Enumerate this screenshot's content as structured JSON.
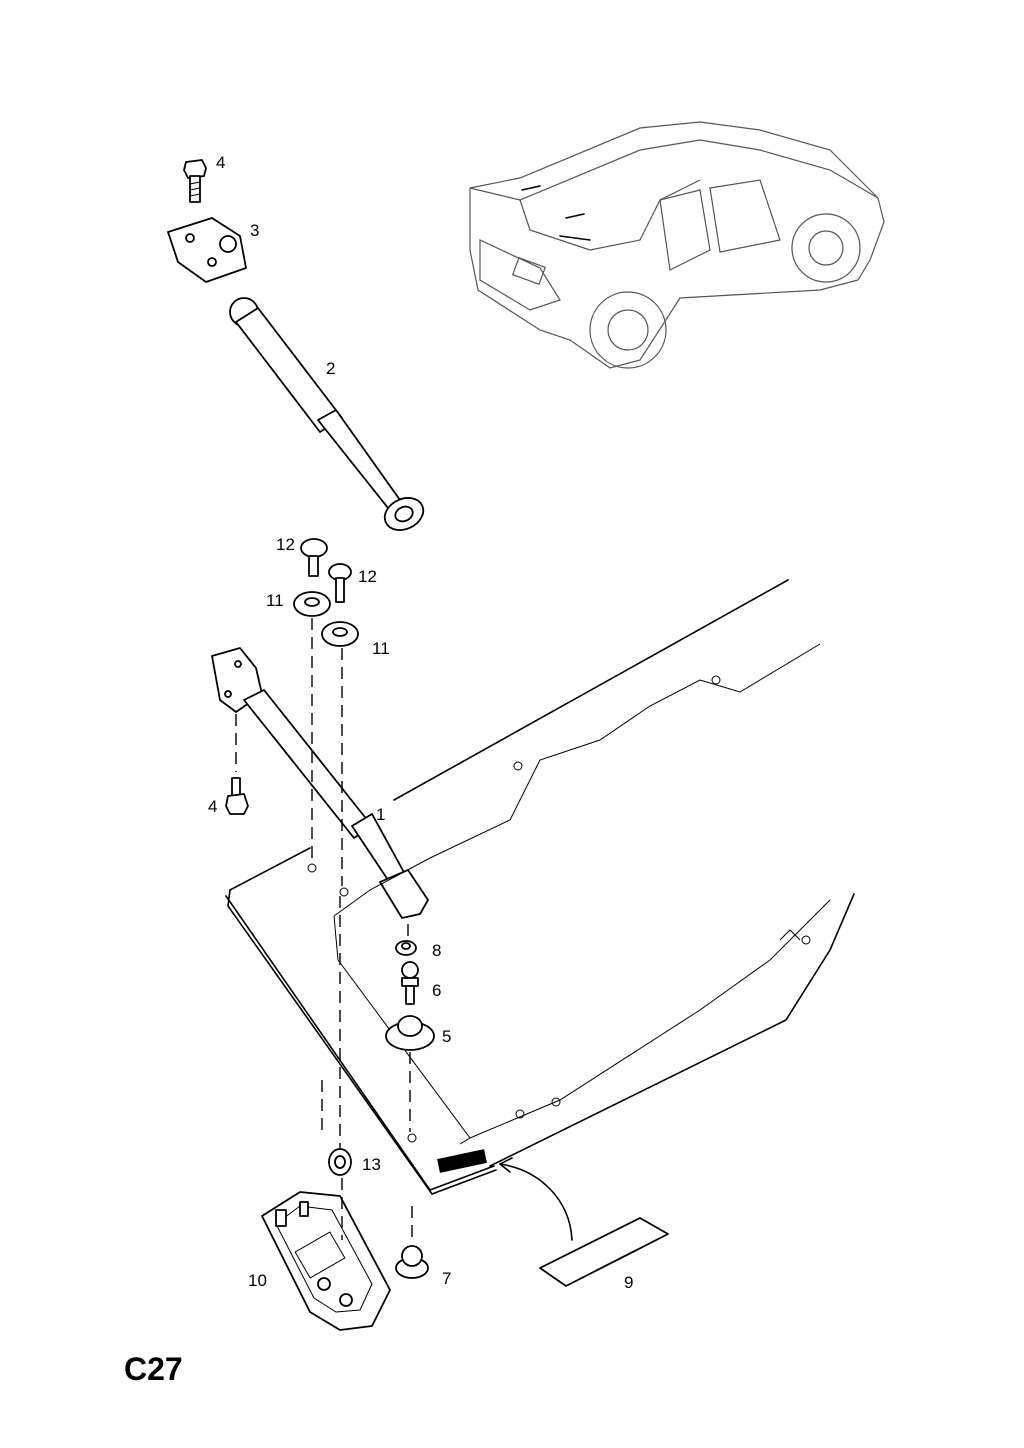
{
  "diagram": {
    "code": "C27",
    "callouts": {
      "c1": "1",
      "c2": "2",
      "c3": "3",
      "c4a": "4",
      "c4b": "4",
      "c5": "5",
      "c6": "6",
      "c7": "7",
      "c8": "8",
      "c9": "9",
      "c10": "10",
      "c11a": "11",
      "c11b": "11",
      "c12a": "12",
      "c12b": "12",
      "c13": "13"
    }
  }
}
